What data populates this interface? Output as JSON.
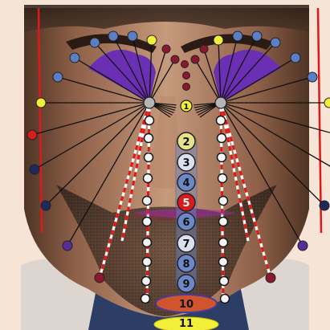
{
  "image": {
    "subject": "face-photo",
    "overlay": "acupuncture-point-diagram"
  },
  "palette": {
    "border": "#f6e4d6",
    "skin_light": "#c69a7c",
    "skin_mid": "#9c6f55",
    "skin_dark": "#4f3424",
    "beard": "#3b2c24",
    "eye_fan": "#6a2fb3",
    "node_blue": "#5b7fc7",
    "node_yellow": "#f2ef3a",
    "node_dark_red": "#8b1830",
    "node_red": "#d81c1c",
    "guide_line": "#e01818",
    "node_navy": "#1c2a5c",
    "node_purple": "#5a2c9a"
  },
  "center_column": {
    "labels": [
      "1",
      "2",
      "3",
      "4",
      "5",
      "6",
      "7",
      "8",
      "9",
      "10",
      "11"
    ]
  }
}
